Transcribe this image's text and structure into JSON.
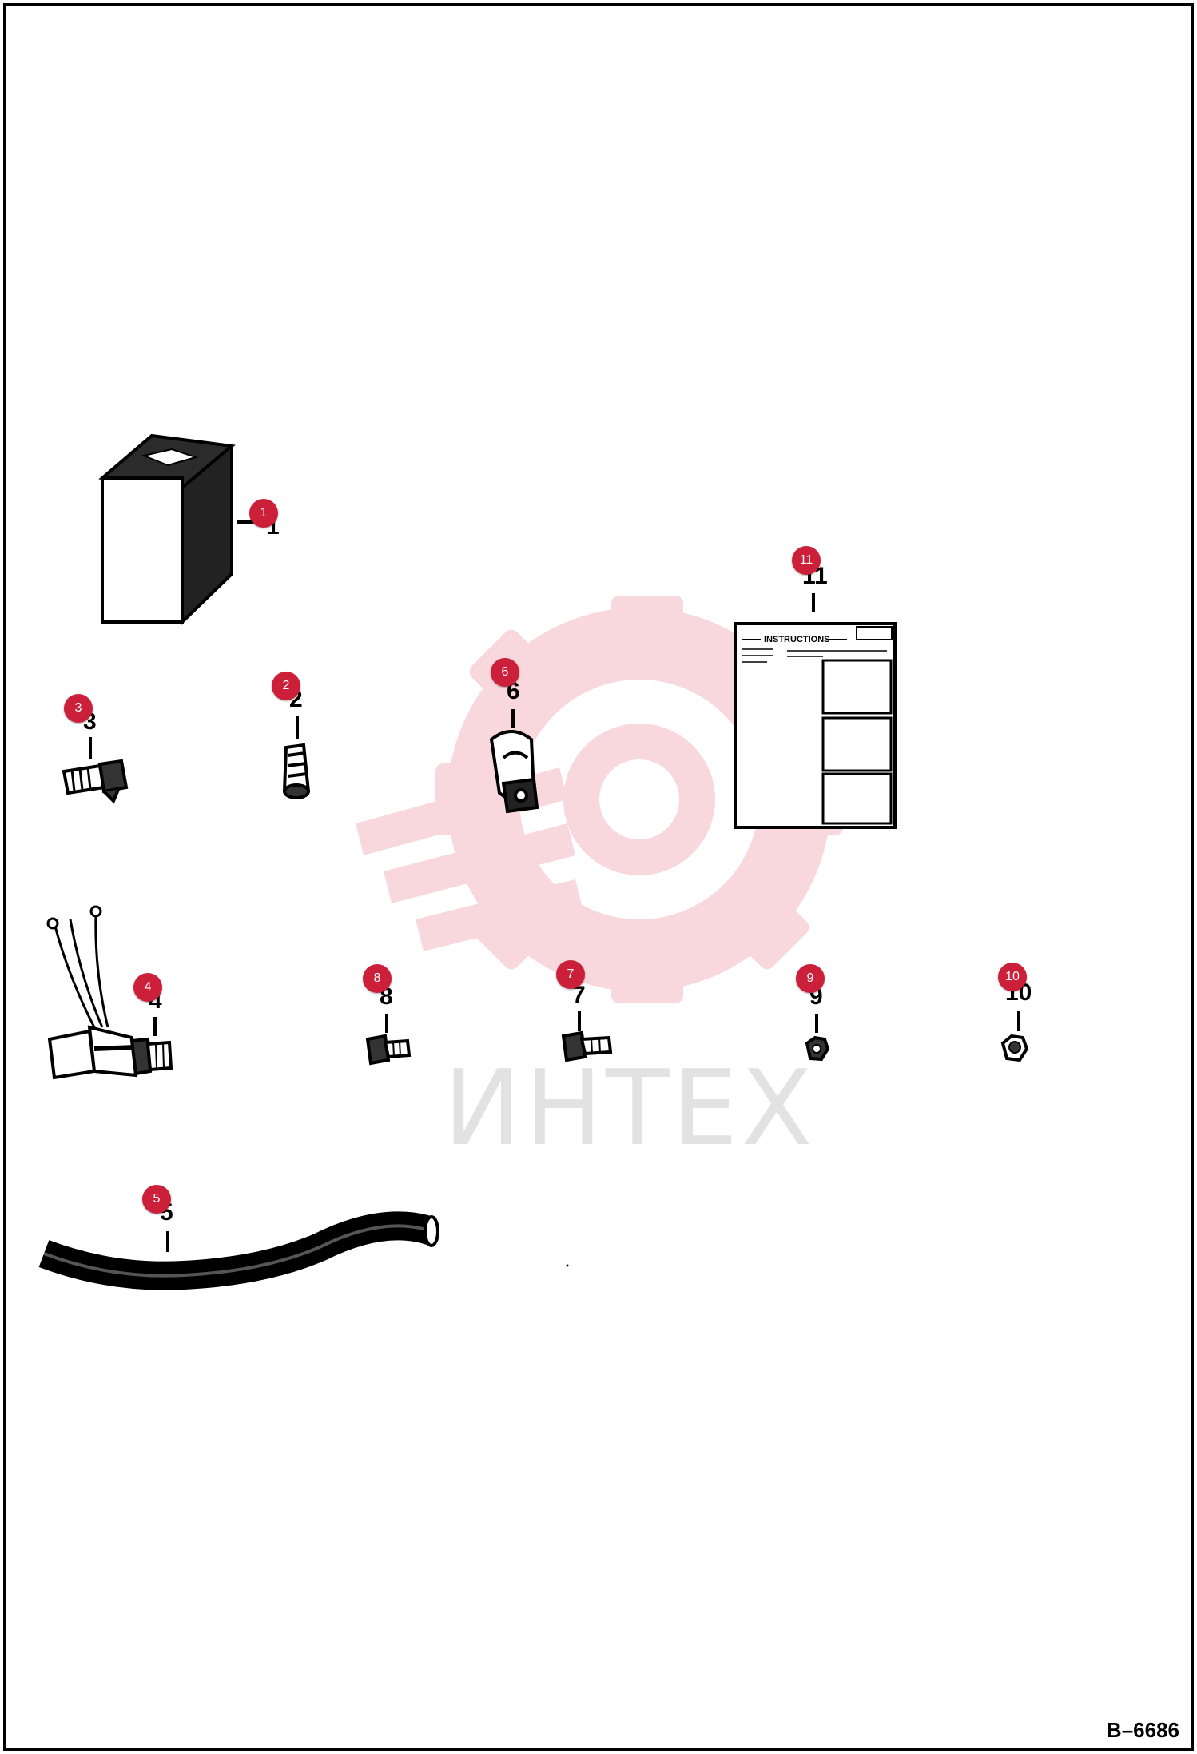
{
  "colors": {
    "callout": "#cc1f3a",
    "watermark": "#f4b9c0",
    "watermark_text": "#e2e2e2",
    "line": "#000000"
  },
  "callouts": [
    "1",
    "2",
    "3",
    "4",
    "5",
    "6",
    "7",
    "8",
    "9",
    "10",
    "11"
  ],
  "ref_numbers": [
    "1",
    "2",
    "3",
    "4",
    "5",
    "6",
    "7",
    "8",
    "9",
    "10",
    "11"
  ],
  "decal": {
    "heading": "INSTRUCTIONS"
  },
  "watermark": {
    "text": "ИНТЕХ",
    "icon": "gear-wrench-icon"
  },
  "figure_id": "B–6686"
}
